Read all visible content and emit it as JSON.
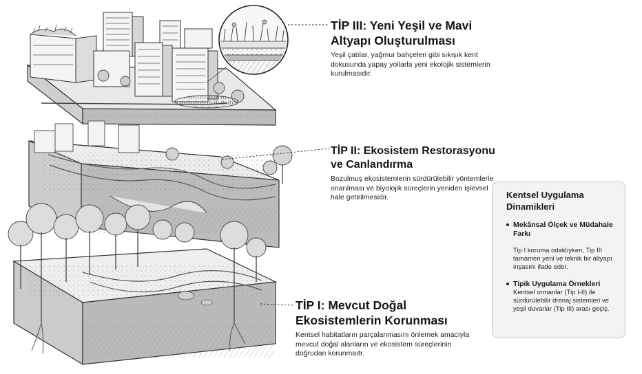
{
  "tip3": {
    "title": "TİP III: Yeni Yeşil ve Mavi Altyapı Oluşturulması",
    "text": "Yeşil çatılar, yağmur bahçeleri gibi sıkışık kent dokusunda yapay yollarla yeni ekolojik sistemlerin kurulmasıdır."
  },
  "tip2": {
    "title": "TİP II: Ekosistem Restorasyonu ve Canlandırma",
    "text": "Bozulmuş ekosistemlerin sürdürülebilir yöntemlerle onarılması ve biyolojik süreçlerin yeniden işlevsel hale getirilmesidir."
  },
  "tip1": {
    "title": "TİP I: Mevcut Doğal Ekosistemlerin Korunması",
    "text": "Kentsel habitatların parçalanmasını önlemek amacıyla mevcut doğal alanların ve ekosistem süreçlerinin doğrudan korunmaıtr."
  },
  "sidebox": {
    "title": "Kentsel Uygulama Dinamikleri",
    "items": [
      {
        "head": "Mekânsal Ölçek ve Müdahale Farkı",
        "body": "Tip I koruma odaklıyken, Tip III tamamen yeni ve teknik bir altyapı inşasını ifade eder."
      },
      {
        "head": "Tipik Uygulama Örnekleri",
        "body": "Kentsel ormanlar (Tip I-II) ile sürdürülebilir drenaj sistemleri ve yeşil duvarlar (Tip III) arası geçiş."
      }
    ]
  }
}
